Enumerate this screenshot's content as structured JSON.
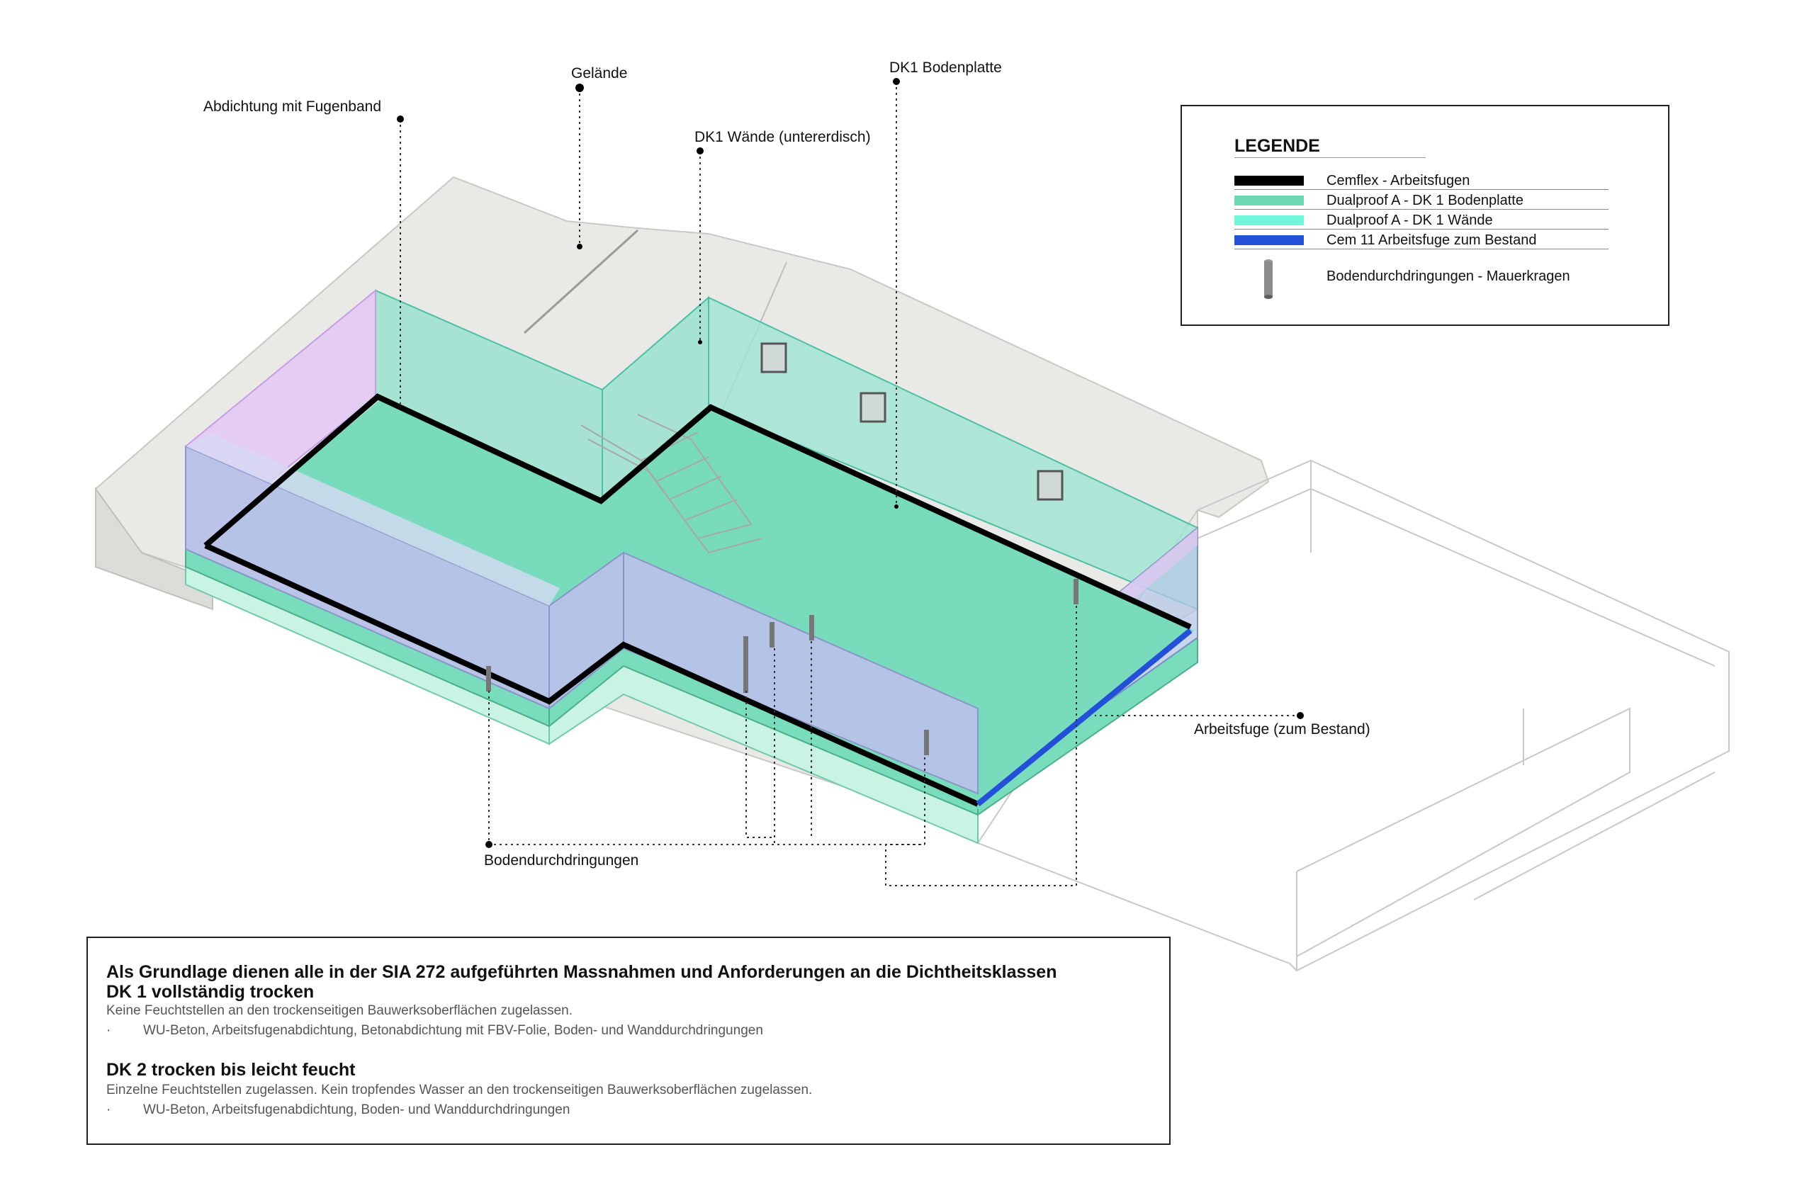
{
  "callouts": {
    "abdichtung": "Abdichtung mit Fugenband",
    "gelaende": "Gelände",
    "dk1_waende": "DK1 Wände (untererdisch)",
    "dk1_bodenplatte": "DK1 Bodenplatte",
    "arbeitsfuge": "Arbeitsfuge (zum Bestand)",
    "bodendurchdringungen": "Bodendurchdringungen"
  },
  "legend": {
    "title": "LEGENDE",
    "items": [
      {
        "label": "Cemflex - Arbeitsfugen",
        "color": "#000000"
      },
      {
        "label": "Dualproof A - DK 1 Bodenplatte",
        "color": "#6fd9b4"
      },
      {
        "label": "Dualproof A - DK 1 Wände",
        "color": "#6ff7dc"
      },
      {
        "label": "Cem 11 Arbeitsfuge zum Bestand",
        "color": "#2350d8"
      }
    ],
    "penetration_label": "Bodendurchdringungen - Mauerkragen",
    "penetration_icon": "pipe-collar-icon"
  },
  "notes": {
    "heading": "Als Grundlage dienen alle in der SIA 272 aufgeführten Massnahmen und Anforderungen an die Dichtheitsklassen",
    "dk1": {
      "title": "DK 1 vollständig trocken",
      "text": "Keine Feuchtstellen an den trockenseitigen Bauwerksoberflächen zugelassen.",
      "bullet_marker": "·",
      "bullet": "WU-Beton, Arbeitsfugenabdichtung, Betonabdichtung mit FBV-Folie, Boden- und Wanddurchdringungen"
    },
    "dk2": {
      "title": "DK 2 trocken bis leicht feucht",
      "text": "Einzelne Feuchtstellen zugelassen. Kein tropfendes Wasser an den trockenseitigen Bauwerksoberflächen zugelassen.",
      "bullet_marker": "·",
      "bullet": "WU-Beton, Arbeitsfugenabdichtung, Boden- und Wanddurchdringungen"
    }
  },
  "colors": {
    "terrain": "#e6e6e2",
    "floor_slab": "#79dcbc",
    "wall_membrane": "#6ff7dc",
    "joint_black": "#000000",
    "joint_blue": "#2350d8",
    "interior_wall": "#b8c4e6",
    "side_wall": "#e7c8f5"
  }
}
